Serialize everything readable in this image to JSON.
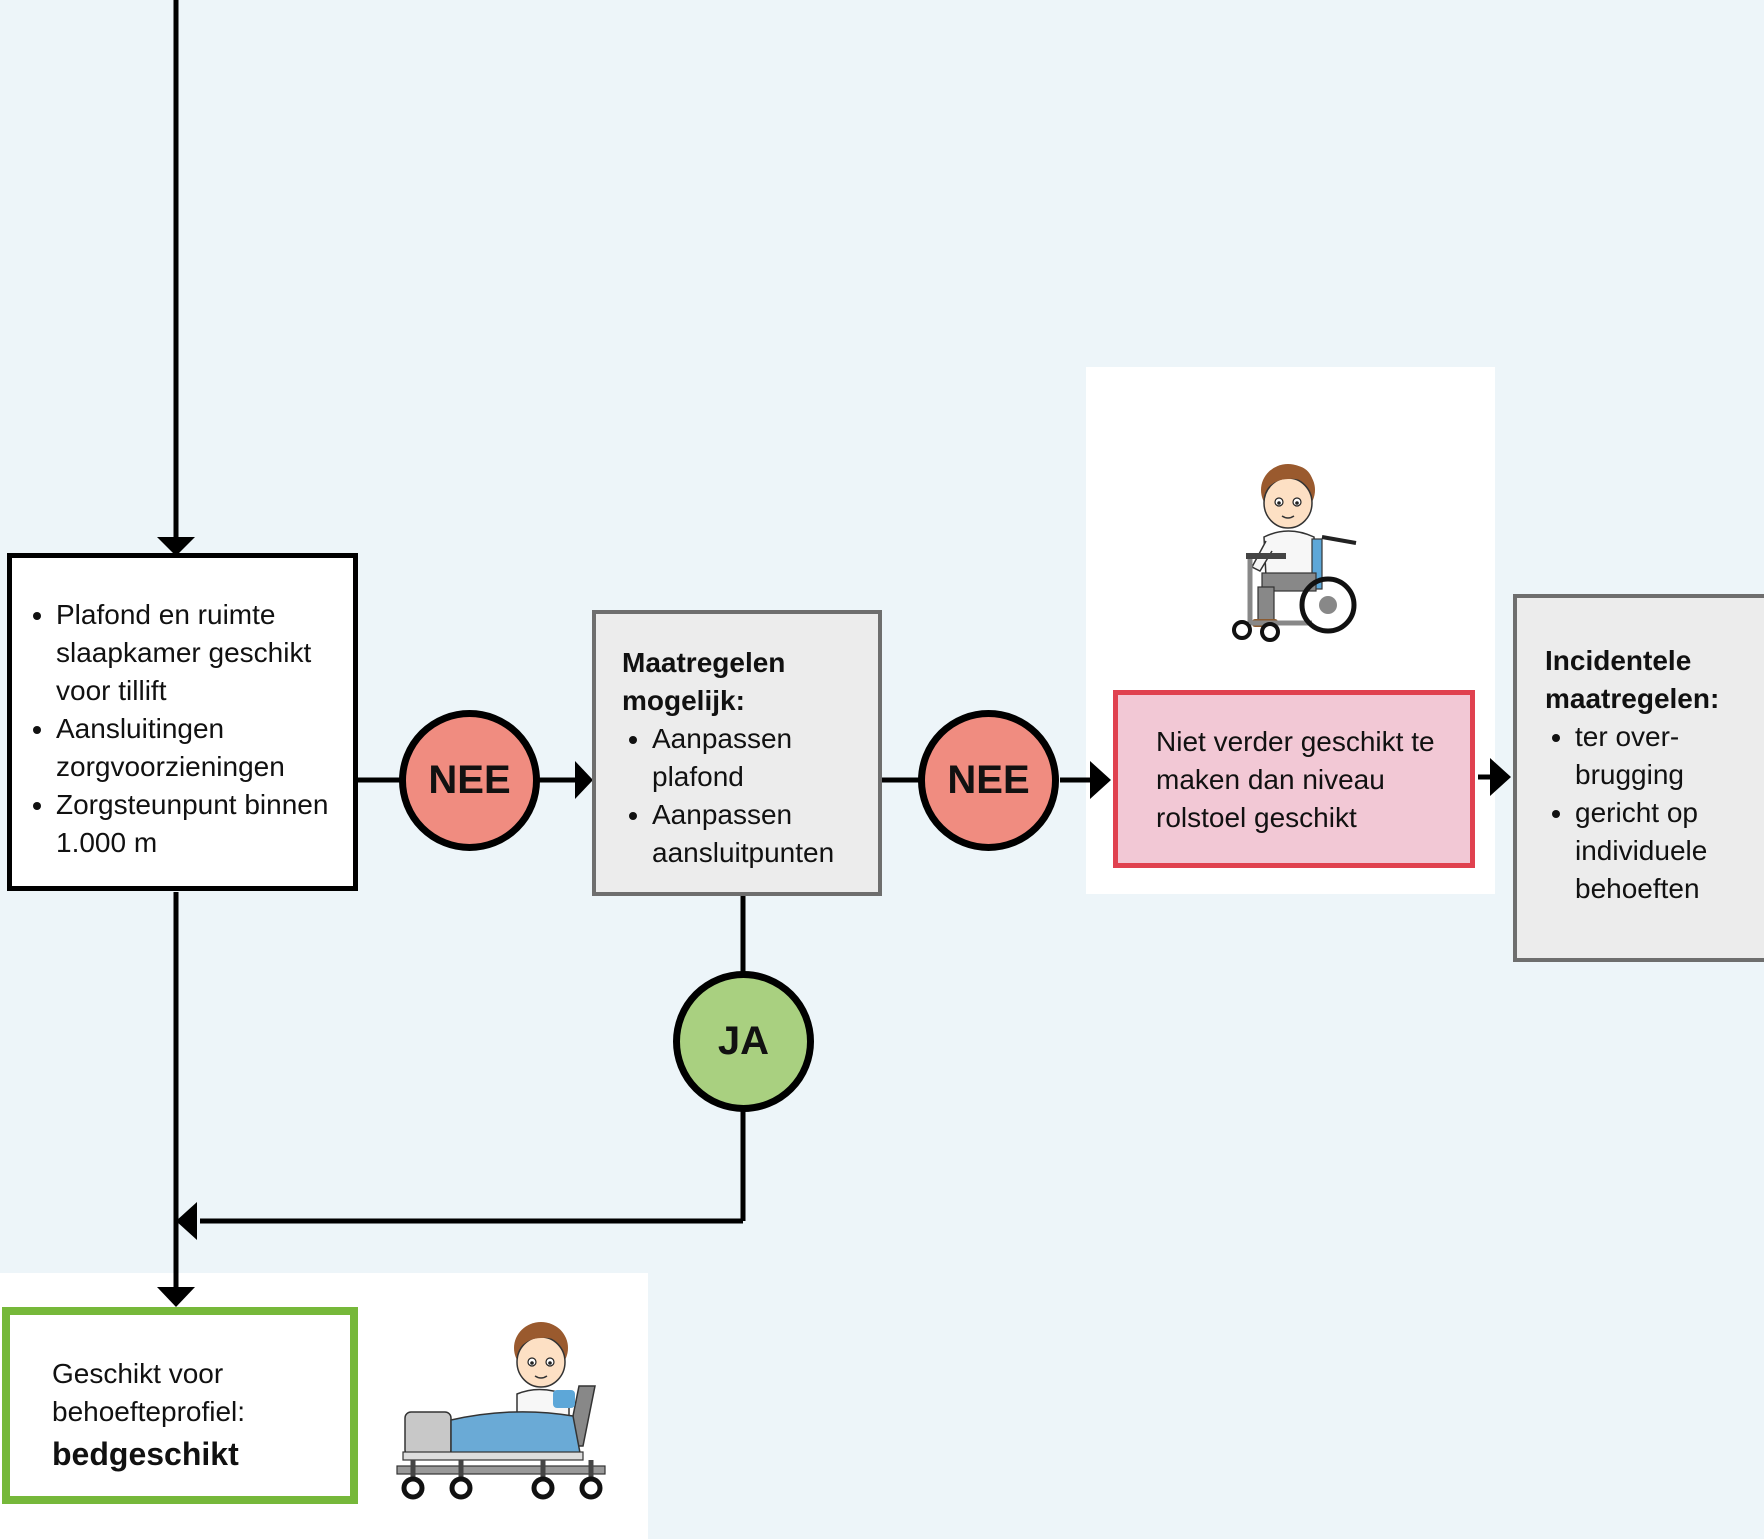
{
  "colors": {
    "background": "#edf5f9",
    "nee_fill": "#f08c80",
    "ja_fill": "#a9d080",
    "grey_box": "#ececec",
    "pink_box": "#f2c8d5",
    "red_border": "#e0414f",
    "green_border": "#76b83a"
  },
  "box_start": {
    "bullets": [
      "Plafond en ruimte slaapkamer geschikt voor tillift",
      "Aansluitingen zorgvoorzieningen",
      "Zorgsteunpunt binnen 1.000 m"
    ]
  },
  "decision_nee_1": {
    "label": "NEE"
  },
  "box_maatregelen": {
    "title": "Maatregelen mogelijk:",
    "bullets": [
      "Aanpassen plafond",
      "Aanpassen aansluitpunten"
    ]
  },
  "decision_nee_2": {
    "label": "NEE"
  },
  "decision_ja": {
    "label": "JA"
  },
  "box_rolstoel": {
    "text": "Niet verder geschikt te maken dan niveau rolstoel geschikt"
  },
  "box_incidenteel": {
    "title": "Incidentele maatregelen:",
    "bullets": [
      "ter over-brugging",
      "gericht op individuele behoeften"
    ]
  },
  "box_result": {
    "line1": "Geschikt voor behoefteprofiel:",
    "highlight": "bedgeschikt"
  },
  "icons": {
    "wheelchair": "person-in-wheelchair-icon",
    "bed": "person-in-bed-icon"
  }
}
